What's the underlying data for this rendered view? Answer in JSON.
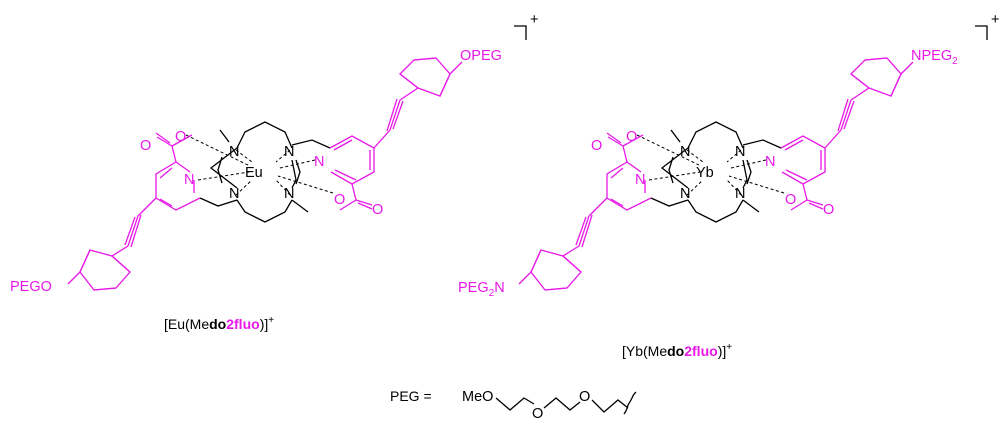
{
  "colors": {
    "accent": "#e818e8",
    "ink": "#000000",
    "background": "#ffffff"
  },
  "atoms": {
    "n": "N",
    "o": "O",
    "eu": "Eu",
    "yb": "Yb",
    "opeg": "OPEG",
    "pego": "PEGO",
    "npeg2": "NPEG",
    "peg2n": "PEG",
    "peg2n_n": "N",
    "subscript2": "2",
    "plus": "+",
    "meo": "MeO"
  },
  "labels": {
    "eu": {
      "open": "[Eu(Me",
      "bold_black": "do",
      "bold_accent": "2fluo",
      "close": ")]"
    },
    "yb": {
      "open": "[Yb(Me",
      "bold_black": "do",
      "bold_accent": "2fluo",
      "close": ")]"
    },
    "charge": "+"
  },
  "legend": {
    "peg_equals": "PEG ="
  }
}
